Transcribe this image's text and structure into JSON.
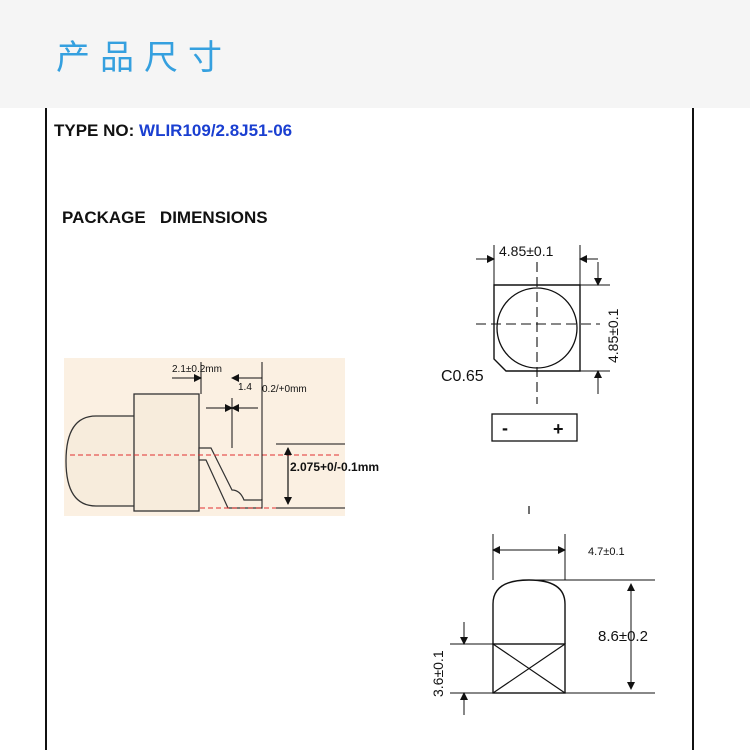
{
  "heading": "产品尺寸",
  "type_label": "TYPE NO:",
  "type_value": "WLIR109/2.8J51-06",
  "package_label": "PACKAGE   DIMENSIONS",
  "side_view": {
    "dim_width": "2.1±0.2mm",
    "dim_step": "1.4",
    "dim_tol": "0.2/+0mm",
    "dim_height": "2.075+0/-0.1mm"
  },
  "top_view": {
    "dim_width": "4.85±0.1",
    "dim_height": "4.85±0.1",
    "chamfer": "C0.65",
    "minus": "-",
    "plus": "+"
  },
  "front_view": {
    "dim_width": "4.7±0.1",
    "dim_total_height": "8.6±0.2",
    "dim_base_height": "3.6±0.1"
  },
  "colors": {
    "heading": "#35a0df",
    "type_value": "#1a3fd1",
    "center_line": "#e03030"
  }
}
